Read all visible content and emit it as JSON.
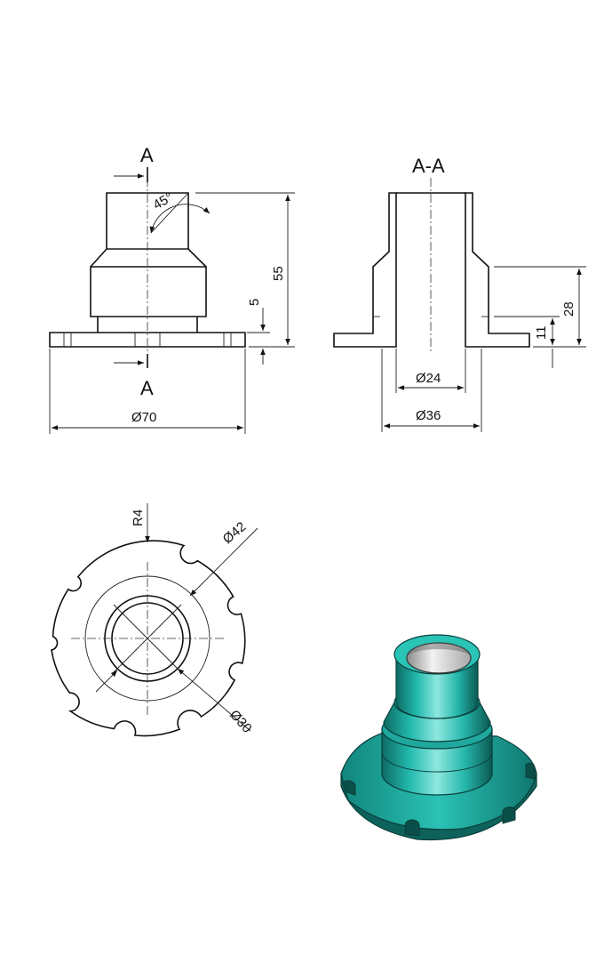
{
  "section_labels": {
    "cut_top": "A",
    "cut_bottom": "A",
    "section_title": "A-A"
  },
  "dimensions": {
    "angle": "45°",
    "total_height": "55",
    "flange_thickness": "5",
    "flange_diameter": "Ø70",
    "bore_diameter": "Ø24",
    "hub_diameter": "Ø36",
    "lower_height": "28",
    "flange_step": "11",
    "notch_radius": "R4",
    "circle_diameter": "Ø42",
    "inner_diameter": "Ø30"
  },
  "colors": {
    "line": "#111111",
    "part_body": "#1fb3a8",
    "part_highlight": "#7de3d8",
    "part_shadow": "#0f6f68"
  }
}
